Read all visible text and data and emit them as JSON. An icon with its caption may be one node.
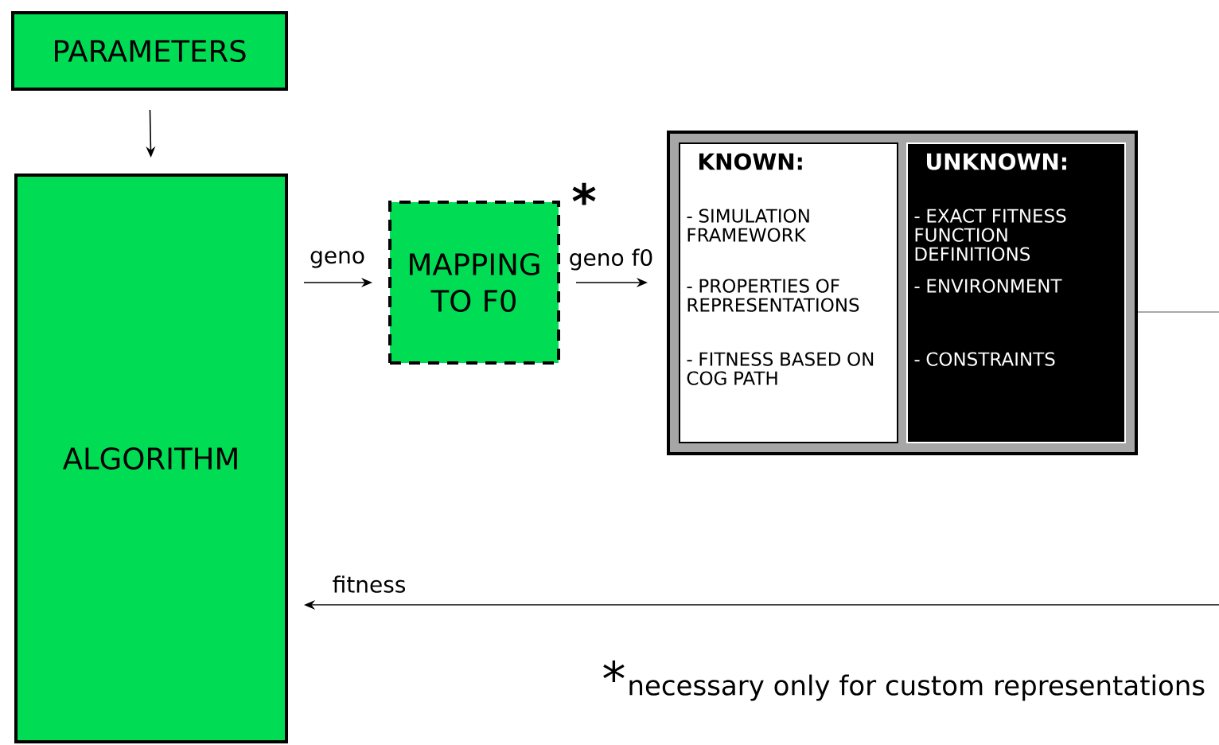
{
  "diagram": {
    "nodes": [
      {
        "text": [
          "PARAMETERS"
        ]
      },
      {
        "text": [
          "ALGORITHM"
        ]
      },
      {
        "text": [
          "MAPPING TO F0"
        ],
        "beside": [
          "*"
        ]
      },
      {
        "text": [],
        "shape": "box"
      },
      {
        "text": [
          "KNOWN:",
          "- SIMULATION FRAMEWORK",
          "- PROPERTIES OF REPRESENTATIONS",
          "- FITNESS BASED ON COG PATH"
        ],
        "in": 3
      },
      {
        "text": [
          "UNKNOWN:",
          "- EXACT FITNESS FUNCTION DEFINITIONS",
          "- ENVIRONMENT",
          "- CONSTRAINTS"
        ],
        "in": 3
      }
    ],
    "edges": [
      {
        "from": 0,
        "to": 1,
        "arrow": "to"
      },
      {
        "from": 1,
        "to": 2,
        "arrow": "to",
        "label": "geno"
      },
      {
        "from": 2,
        "to": 3,
        "arrow": "to",
        "label": "geno f0"
      },
      {
        "from": 3,
        "to": null,
        "arrow": "none",
        "color": "#8c8c8c"
      },
      {
        "from": null,
        "to": 1,
        "arrow": "to",
        "label": "fitness"
      }
    ],
    "labels": [
      "*",
      "necessary only for custom representations"
    ]
  }
}
